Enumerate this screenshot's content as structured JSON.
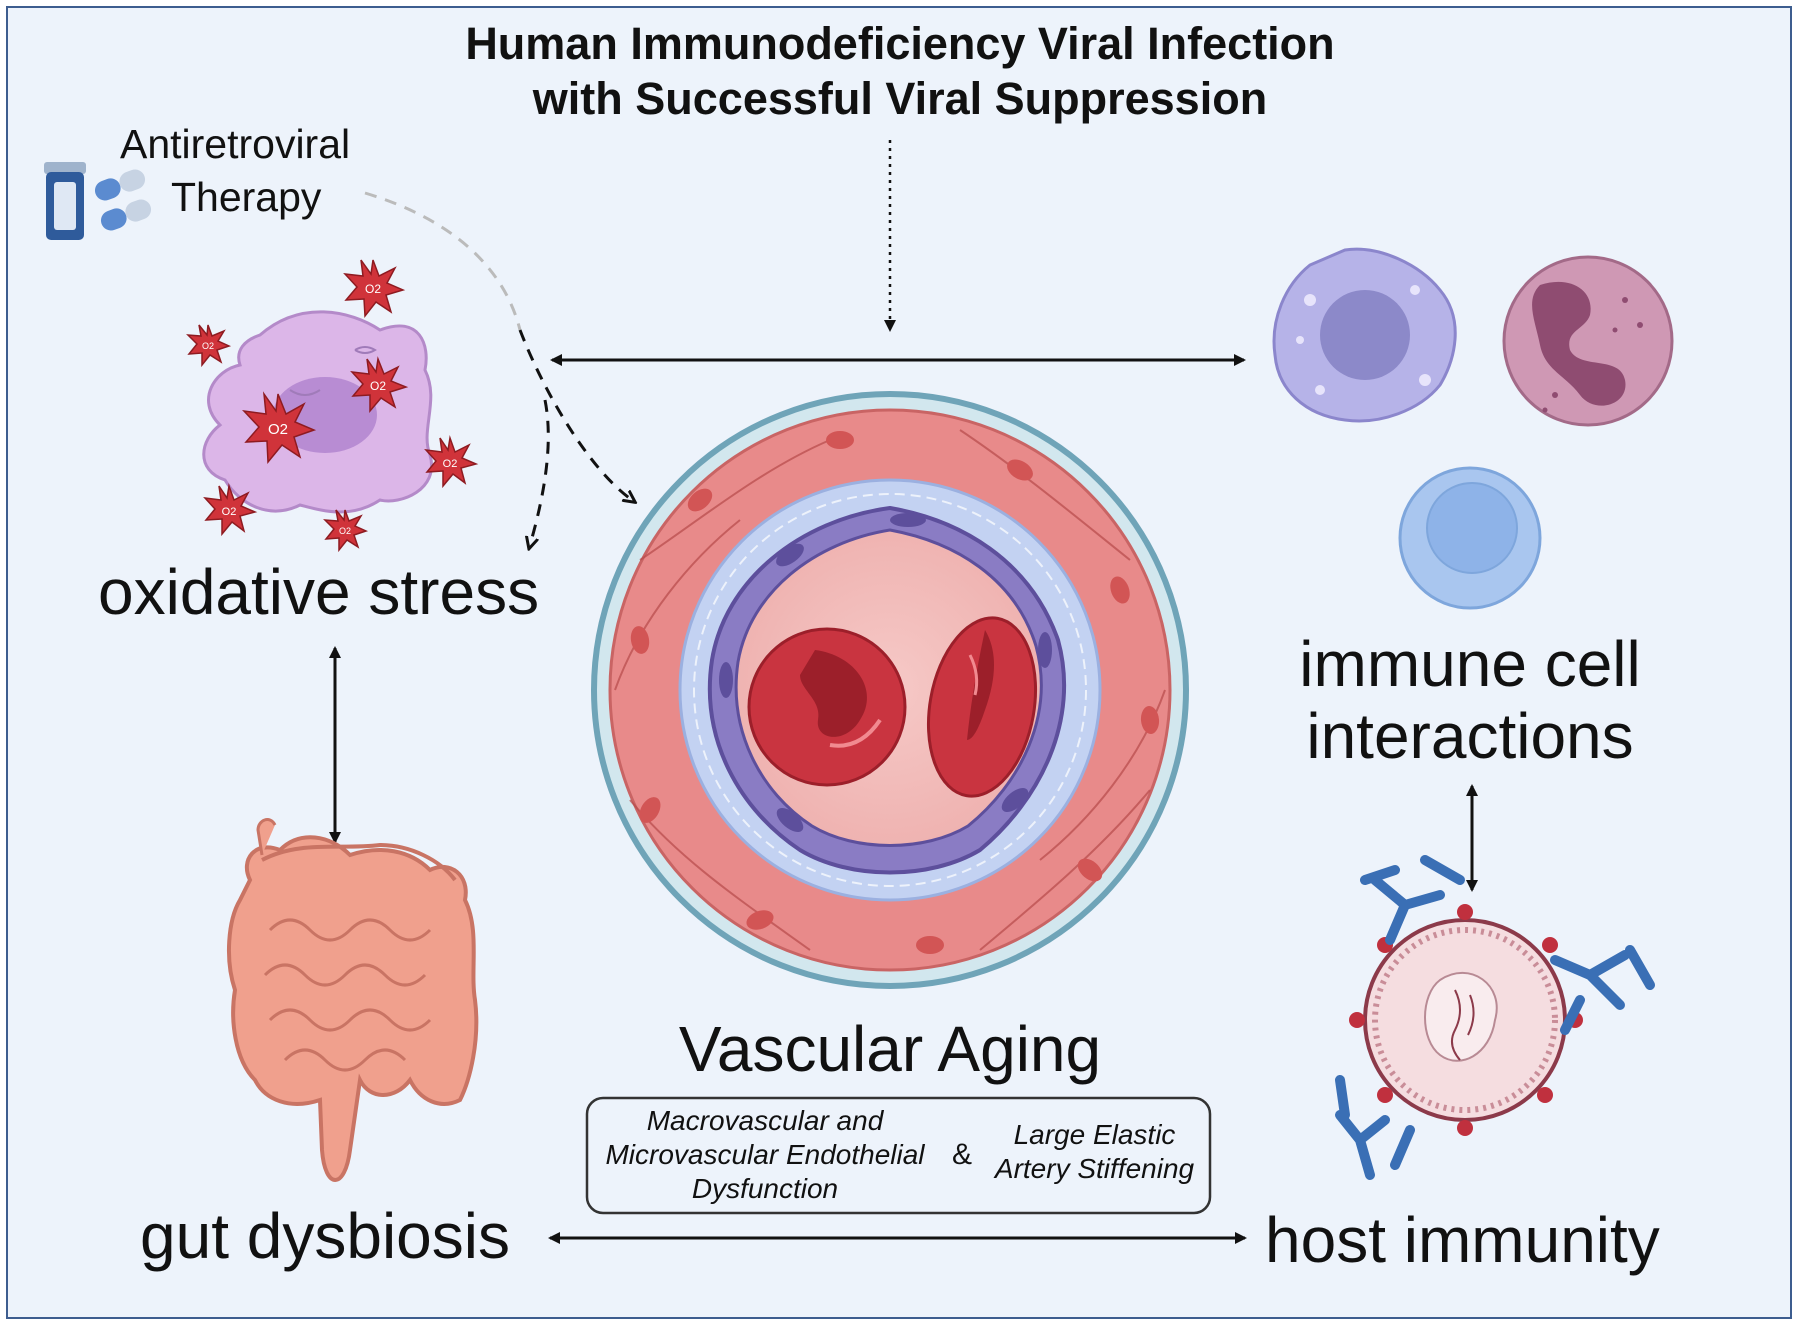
{
  "title": {
    "line1": "Human Immunodeficiency Viral Infection",
    "line2": "with Successful Viral Suppression"
  },
  "therapy": {
    "line1": "Antiretroviral",
    "line2": "Therapy",
    "icon": "pill-bottle-and-capsules"
  },
  "nodes": {
    "oxidative_stress": "oxidative stress",
    "immune_cells_line1": "immune cell",
    "immune_cells_line2": "interactions",
    "gut_dysbiosis": "gut dysbiosis",
    "host_immunity": "host immunity"
  },
  "center": {
    "title": "Vascular Aging",
    "box_left_line1": "Macrovascular and",
    "box_left_line2": "Microvascular Endothelial",
    "box_left_line3": "Dysfunction",
    "box_amp": "&",
    "box_right_line1": "Large Elastic",
    "box_right_line2": "Artery Stiffening"
  },
  "o2_labels": [
    "O2",
    "O2",
    "O2",
    "O2",
    "O2",
    "O2",
    "O2"
  ],
  "colors": {
    "background": "#edf3fb",
    "frame": "#3d5d8f",
    "arrow": "#111111",
    "vessel_media": "#e88a8a",
    "endothelium": "#8a7cc4",
    "blood_cell": "#c93440",
    "ros_star": "#d0333a",
    "antibody": "#3a6fb5"
  }
}
